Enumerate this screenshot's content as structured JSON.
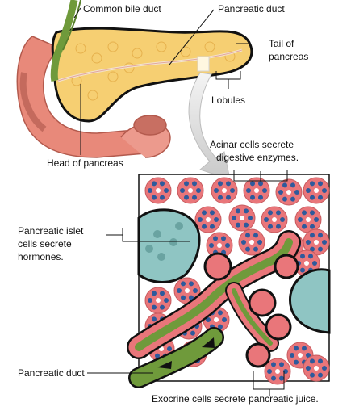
{
  "labels": {
    "common_bile_duct": "Common bile duct",
    "pancreatic_duct_top": "Pancreatic duct",
    "tail_line1": "Tail of",
    "tail_line2": "pancreas",
    "lobules": "Lobules",
    "head_of_pancreas": "Head of pancreas",
    "acinar_line1": "Acinar cells secrete",
    "acinar_line2": "digestive enzymes.",
    "islet_line1": "Pancreatic islet",
    "islet_line2": "cells secrete",
    "islet_line3": "hormones.",
    "pancreatic_duct_bottom": "Pancreatic duct",
    "exocrine": "Exocrine cells secrete pancreatic juice."
  },
  "colors": {
    "pancreas_tissue": "#f6cf72",
    "duodenum": "#e8897a",
    "bile_duct": "#6f9a3b",
    "acinar_cell": "#e9767a",
    "acinar_nucleus": "#2e5a9c",
    "islet_tissue": "#8fc5c3",
    "duct_lumen": "#6f9a3b",
    "magnified_arrow": "#d9d9d9"
  }
}
